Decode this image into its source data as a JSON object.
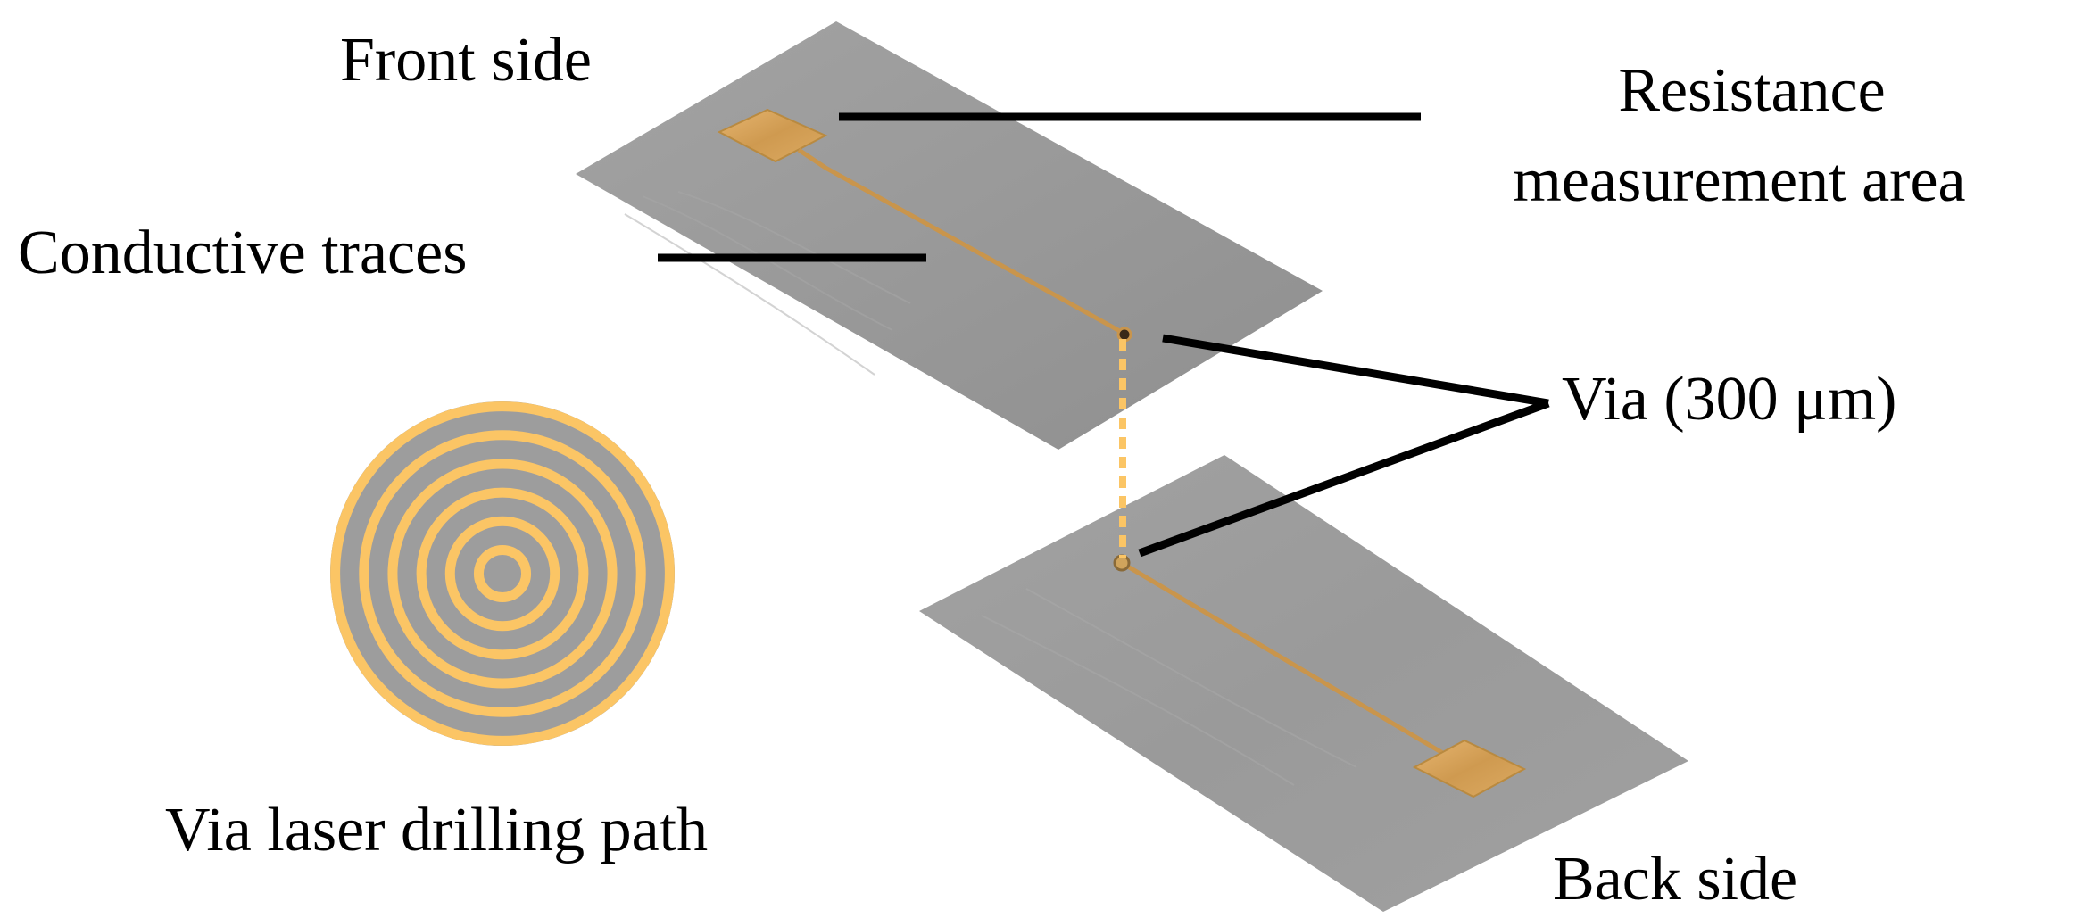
{
  "labels": {
    "front_side": "Front side",
    "back_side": "Back side",
    "resistance_line1": "Resistance",
    "resistance_line2": "measurement area",
    "conductive_traces": "Conductive traces",
    "via": "Via (300 μm)",
    "drilling_path": "Via laser drilling path"
  },
  "colors": {
    "substrate": "#9d9d9d",
    "gold": "#d7a052",
    "drill_ring": "#fbc565",
    "leader_line": "#000000",
    "via_dash": "#fbc565"
  },
  "drilling_path": {
    "ring_count": 6
  }
}
